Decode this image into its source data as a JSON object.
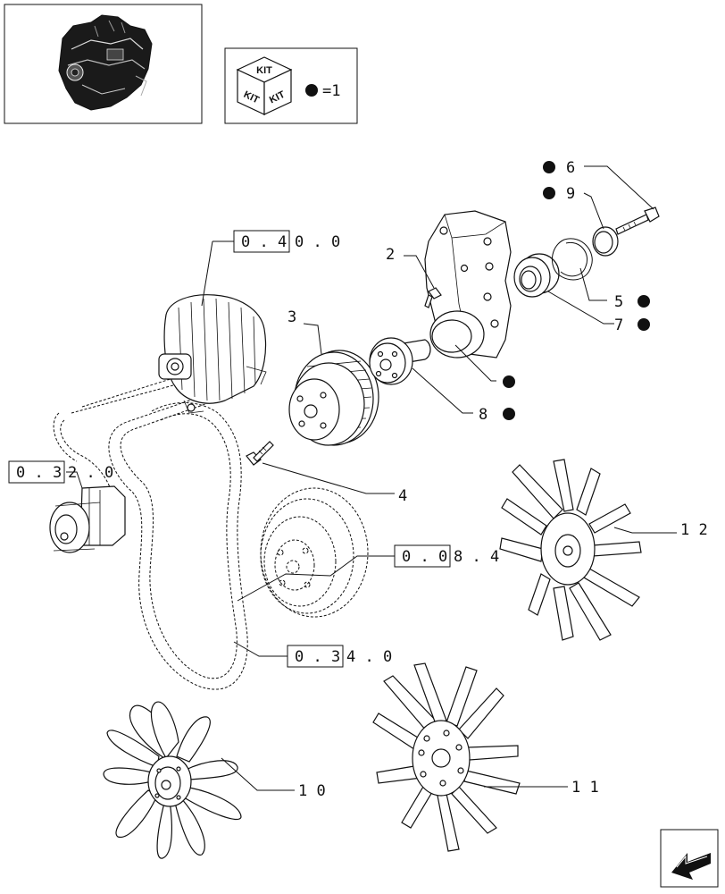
{
  "kit_legend": {
    "kit_label": "KIT",
    "equals_text": "=1"
  },
  "callouts": {
    "p2": "2",
    "p3": "3",
    "p4": "4",
    "p5": "5",
    "p6": "6",
    "p7": "7",
    "p8": "8",
    "p9": "9",
    "p10": "1 0",
    "p11": "1 1",
    "p12": "1 2"
  },
  "references": {
    "alternator": {
      "boxed": "0 . 4",
      "rest": "0 . 0"
    },
    "water_pump": {
      "boxed": "0 . 3",
      "rest": "2 . 0"
    },
    "damper": {
      "boxed": "0 . 0",
      "rest": "8 . 4"
    },
    "belt": {
      "boxed": "0 . 3",
      "rest": "4 . 0"
    }
  },
  "icons": {
    "engine_thumbnail": "engine-icon",
    "kit_box": "kit-box-icon",
    "kit_dot": "filled-dot-icon",
    "navigation": "arrow-navigation-icon"
  }
}
